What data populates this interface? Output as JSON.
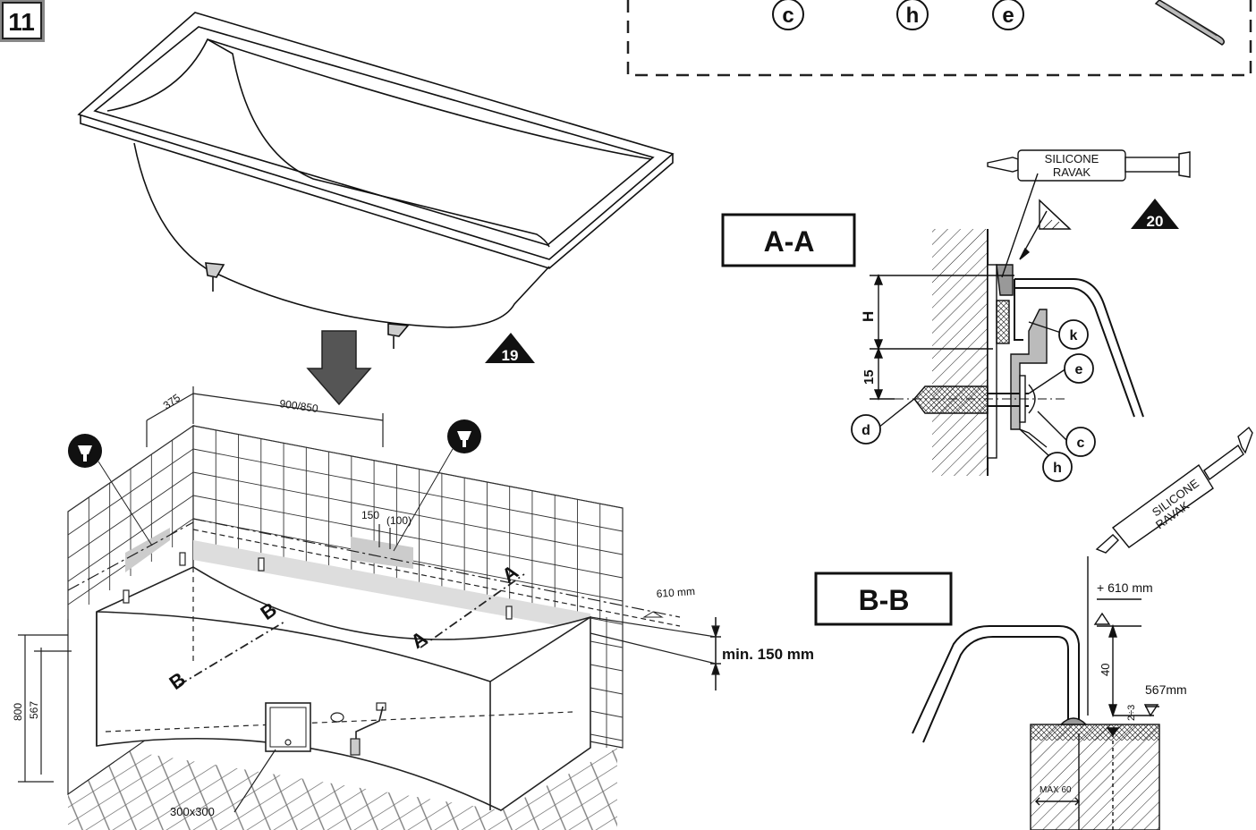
{
  "step_number": "11",
  "parts_legend": {
    "c": "c",
    "h": "h",
    "e": "e"
  },
  "sheets": {
    "nineteen": "19",
    "twenty": "20"
  },
  "dimensions": {
    "d375": "375",
    "d900": "900/850",
    "d150": "150",
    "d100": "(100)",
    "d610": "610 mm",
    "min150": "min. 150 mm",
    "d800": "800",
    "d567": "567",
    "d300": "300x300"
  },
  "section_marks": {
    "a": "A",
    "b": "B"
  },
  "sections": {
    "aa": {
      "title": "A-A",
      "silicone_line1": "SILICONE",
      "silicone_line2": "RAVAK",
      "dim_h": "H",
      "dim_15": "15",
      "parts": [
        "k",
        "e",
        "c",
        "h",
        "d"
      ]
    },
    "bb": {
      "title": "B-B",
      "silicone_line1": "SILICONE",
      "silicone_line2": "RAVAK",
      "d610": "+ 610 mm",
      "d40": "40",
      "d567": "567mm",
      "d23": "2÷3",
      "max60": "MAX 60"
    }
  }
}
